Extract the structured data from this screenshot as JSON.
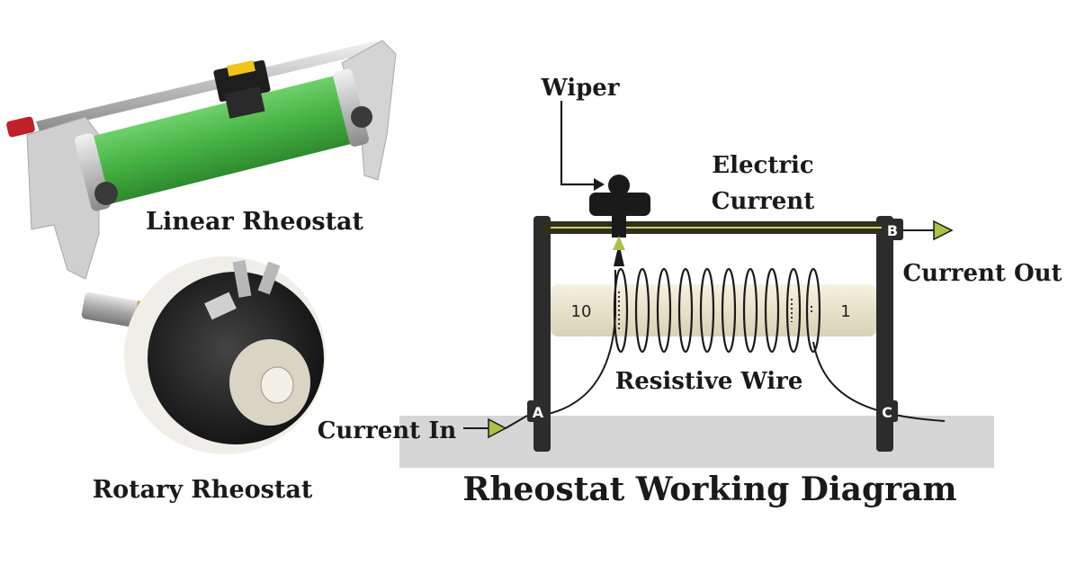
{
  "labels": {
    "linear_rheostat": "Linear Rheostat",
    "rotary_rheostat": "Rotary Rheostat",
    "diagram_title": "Rheostat Working Diagram",
    "wiper": "Wiper",
    "electric_current_line1": "Electric",
    "electric_current_line2": "Current",
    "current_out": "Current Out",
    "current_in": "Current In",
    "resistive_wire": "Resistive Wire"
  },
  "terminals": {
    "a": "A",
    "b": "B",
    "c": "C"
  },
  "scale": {
    "left": "10",
    "right": "1"
  },
  "colors": {
    "cylinder_green": "#4cb84a",
    "frame_dark": "#2c2c2c",
    "arrow_green": "#a8c24a",
    "tube_cream": "#ece8d4",
    "base_gray": "#d6d6d6"
  }
}
